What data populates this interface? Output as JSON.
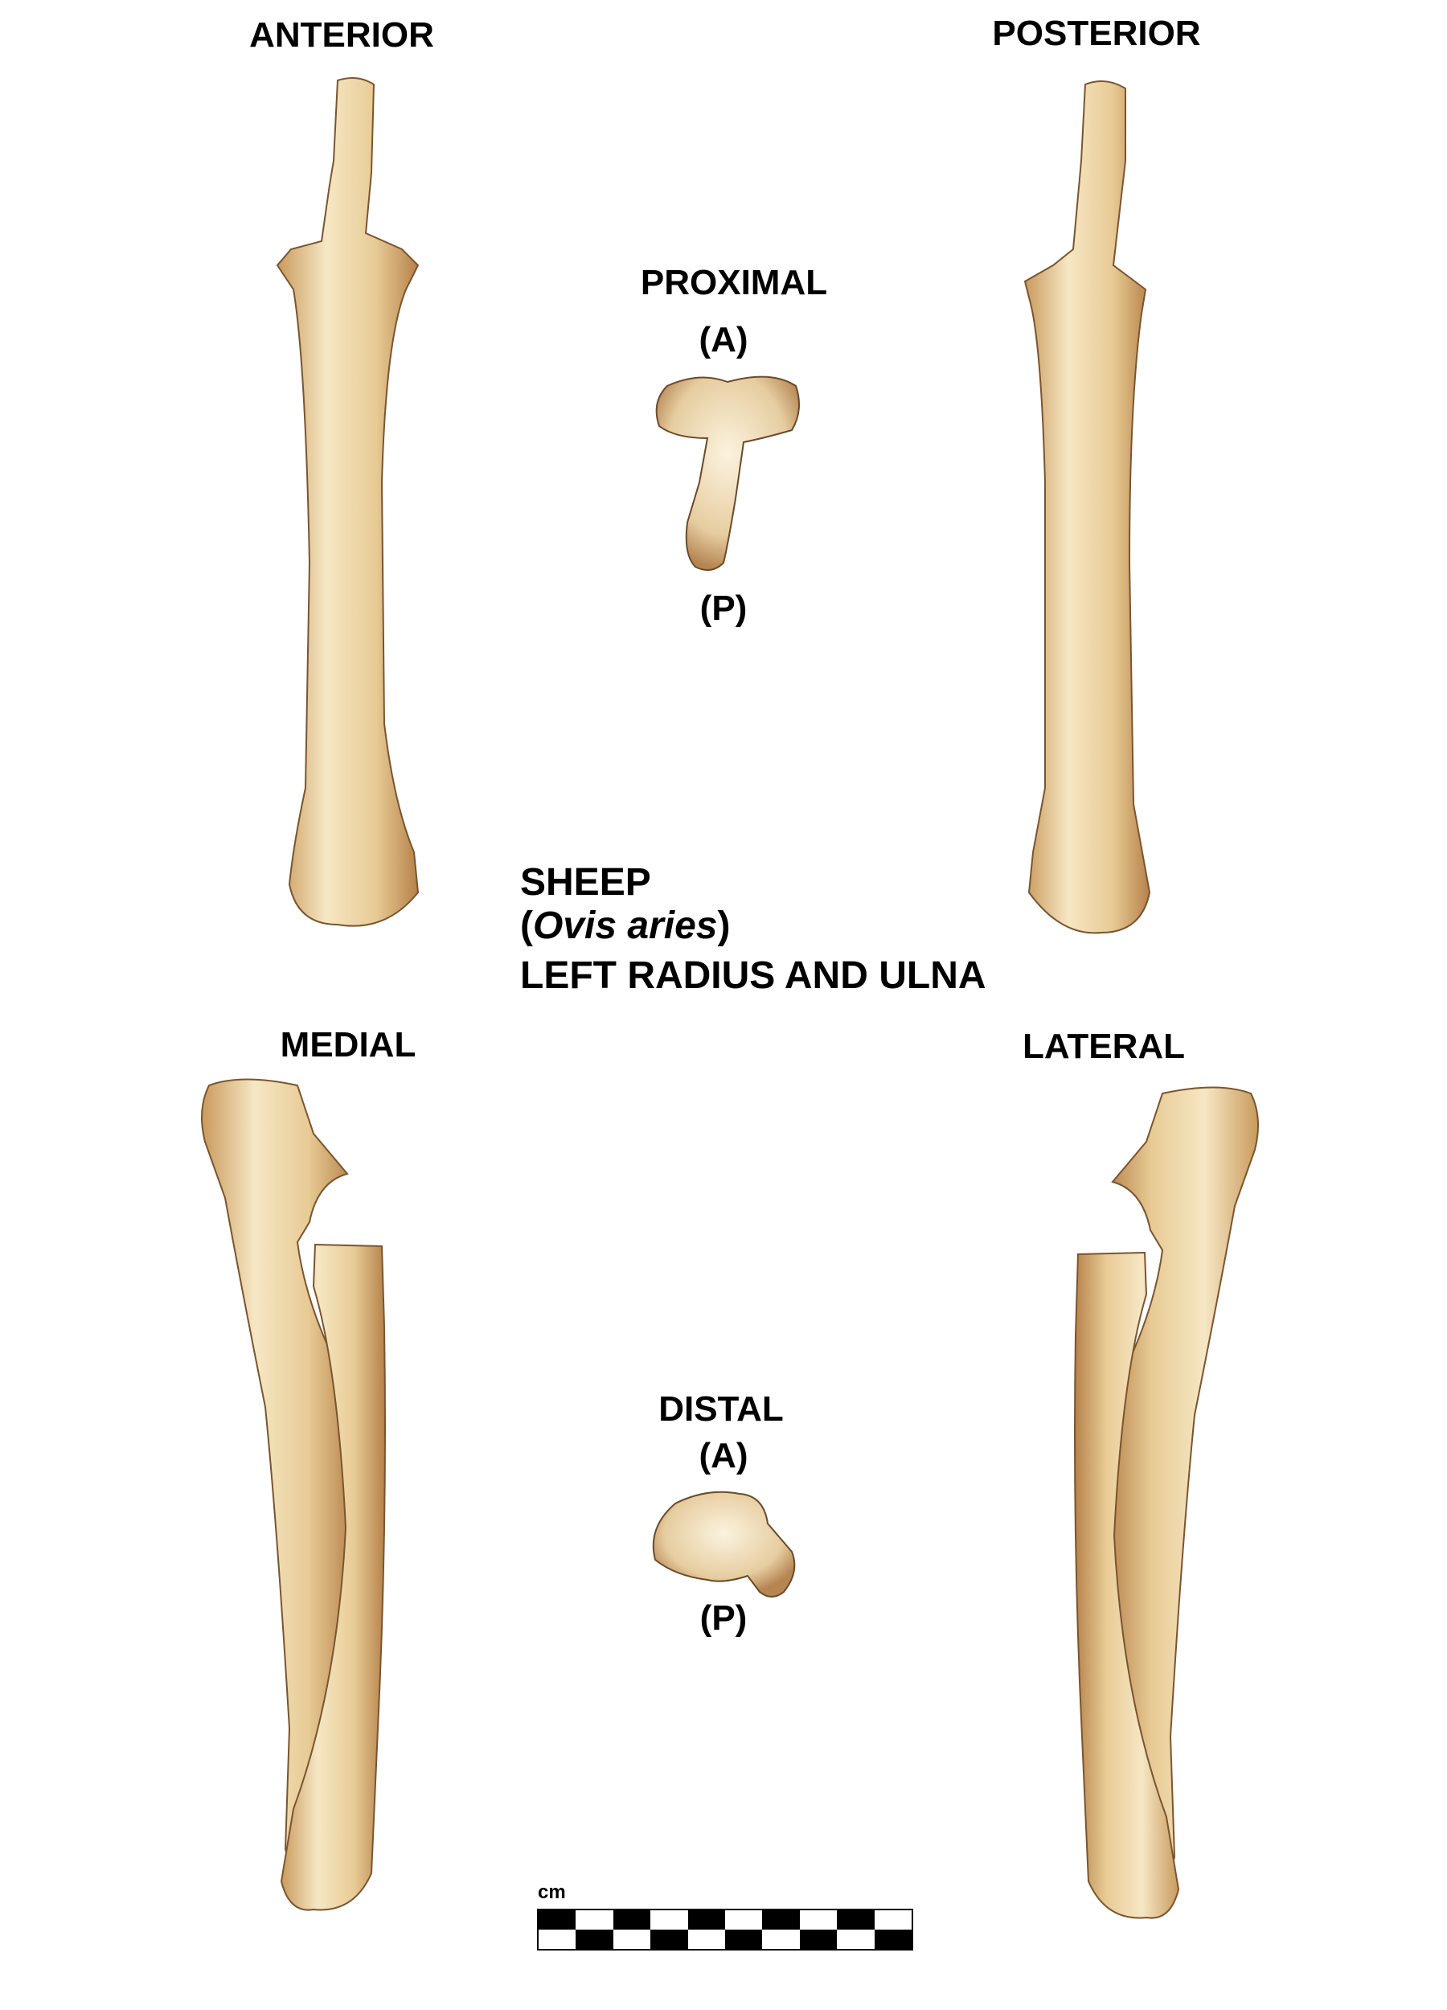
{
  "views": {
    "anterior": "ANTERIOR",
    "posterior": "POSTERIOR",
    "medial": "MEDIAL",
    "lateral": "LATERAL",
    "proximal": "PROXIMAL",
    "distal": "DISTAL",
    "proximal_a": "(A)",
    "proximal_p": "(P)",
    "distal_a": "(A)",
    "distal_p": "(P)"
  },
  "title": {
    "common_name": "SHEEP",
    "paren_open": "(",
    "scientific_name": "Ovis aries",
    "paren_close": ")",
    "element": "LEFT RADIUS AND ULNA"
  },
  "scale_bar": {
    "unit": "cm",
    "segments": 10
  },
  "colors": {
    "bone_light": "#f6e7c4",
    "bone_mid": "#e2c18a",
    "bone_dark": "#b07a42"
  }
}
